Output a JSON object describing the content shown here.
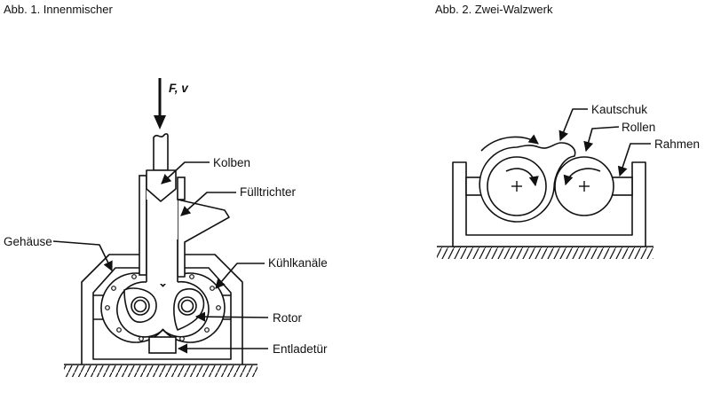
{
  "figure1": {
    "caption": "Abb. 1. Innenmischer",
    "force_label": "F, v",
    "labels": {
      "kolben": "Kolben",
      "fuelltrichter": "Fülltrichter",
      "gehaeuse": "Gehäuse",
      "kuehlkanaele": "Kühlkanäle",
      "rotor": "Rotor",
      "entladetuer": "Entladetür"
    }
  },
  "figure2": {
    "caption": "Abb. 2. Zwei-Walzwerk",
    "labels": {
      "kautschuk": "Kautschuk",
      "rollen": "Rollen",
      "rahmen": "Rahmen"
    }
  }
}
